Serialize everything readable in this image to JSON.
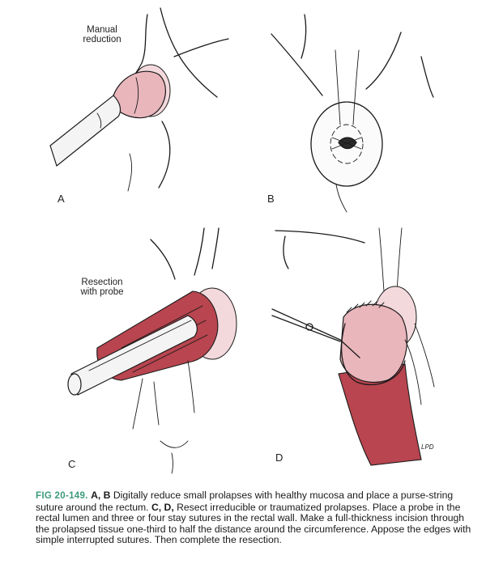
{
  "panels": {
    "a": {
      "letter": "A",
      "label_line1": "Manual",
      "label_line2": "reduction"
    },
    "b": {
      "letter": "B"
    },
    "c": {
      "letter": "C",
      "label_line1": "Resection",
      "label_line2": "with probe"
    },
    "d": {
      "letter": "D",
      "signature": "LPD"
    }
  },
  "caption": {
    "fig_number": "FIG 20-149.",
    "part_ab": "A, B",
    "text_1": " Digitally reduce small prolapses with healthy mucosa and place a purse-string suture around the rectum. ",
    "part_cd": "C, D,",
    "text_2": " Resect irreducible or traumatized prolapses. Place a probe in the rectal lumen and three or four stay sutures in the rectal wall. Make a full-thickness incision through the prolapsed tissue one-third to half the distance around the circumference. Appose the edges with simple interrupted sutures. Then complete the resection."
  }
}
